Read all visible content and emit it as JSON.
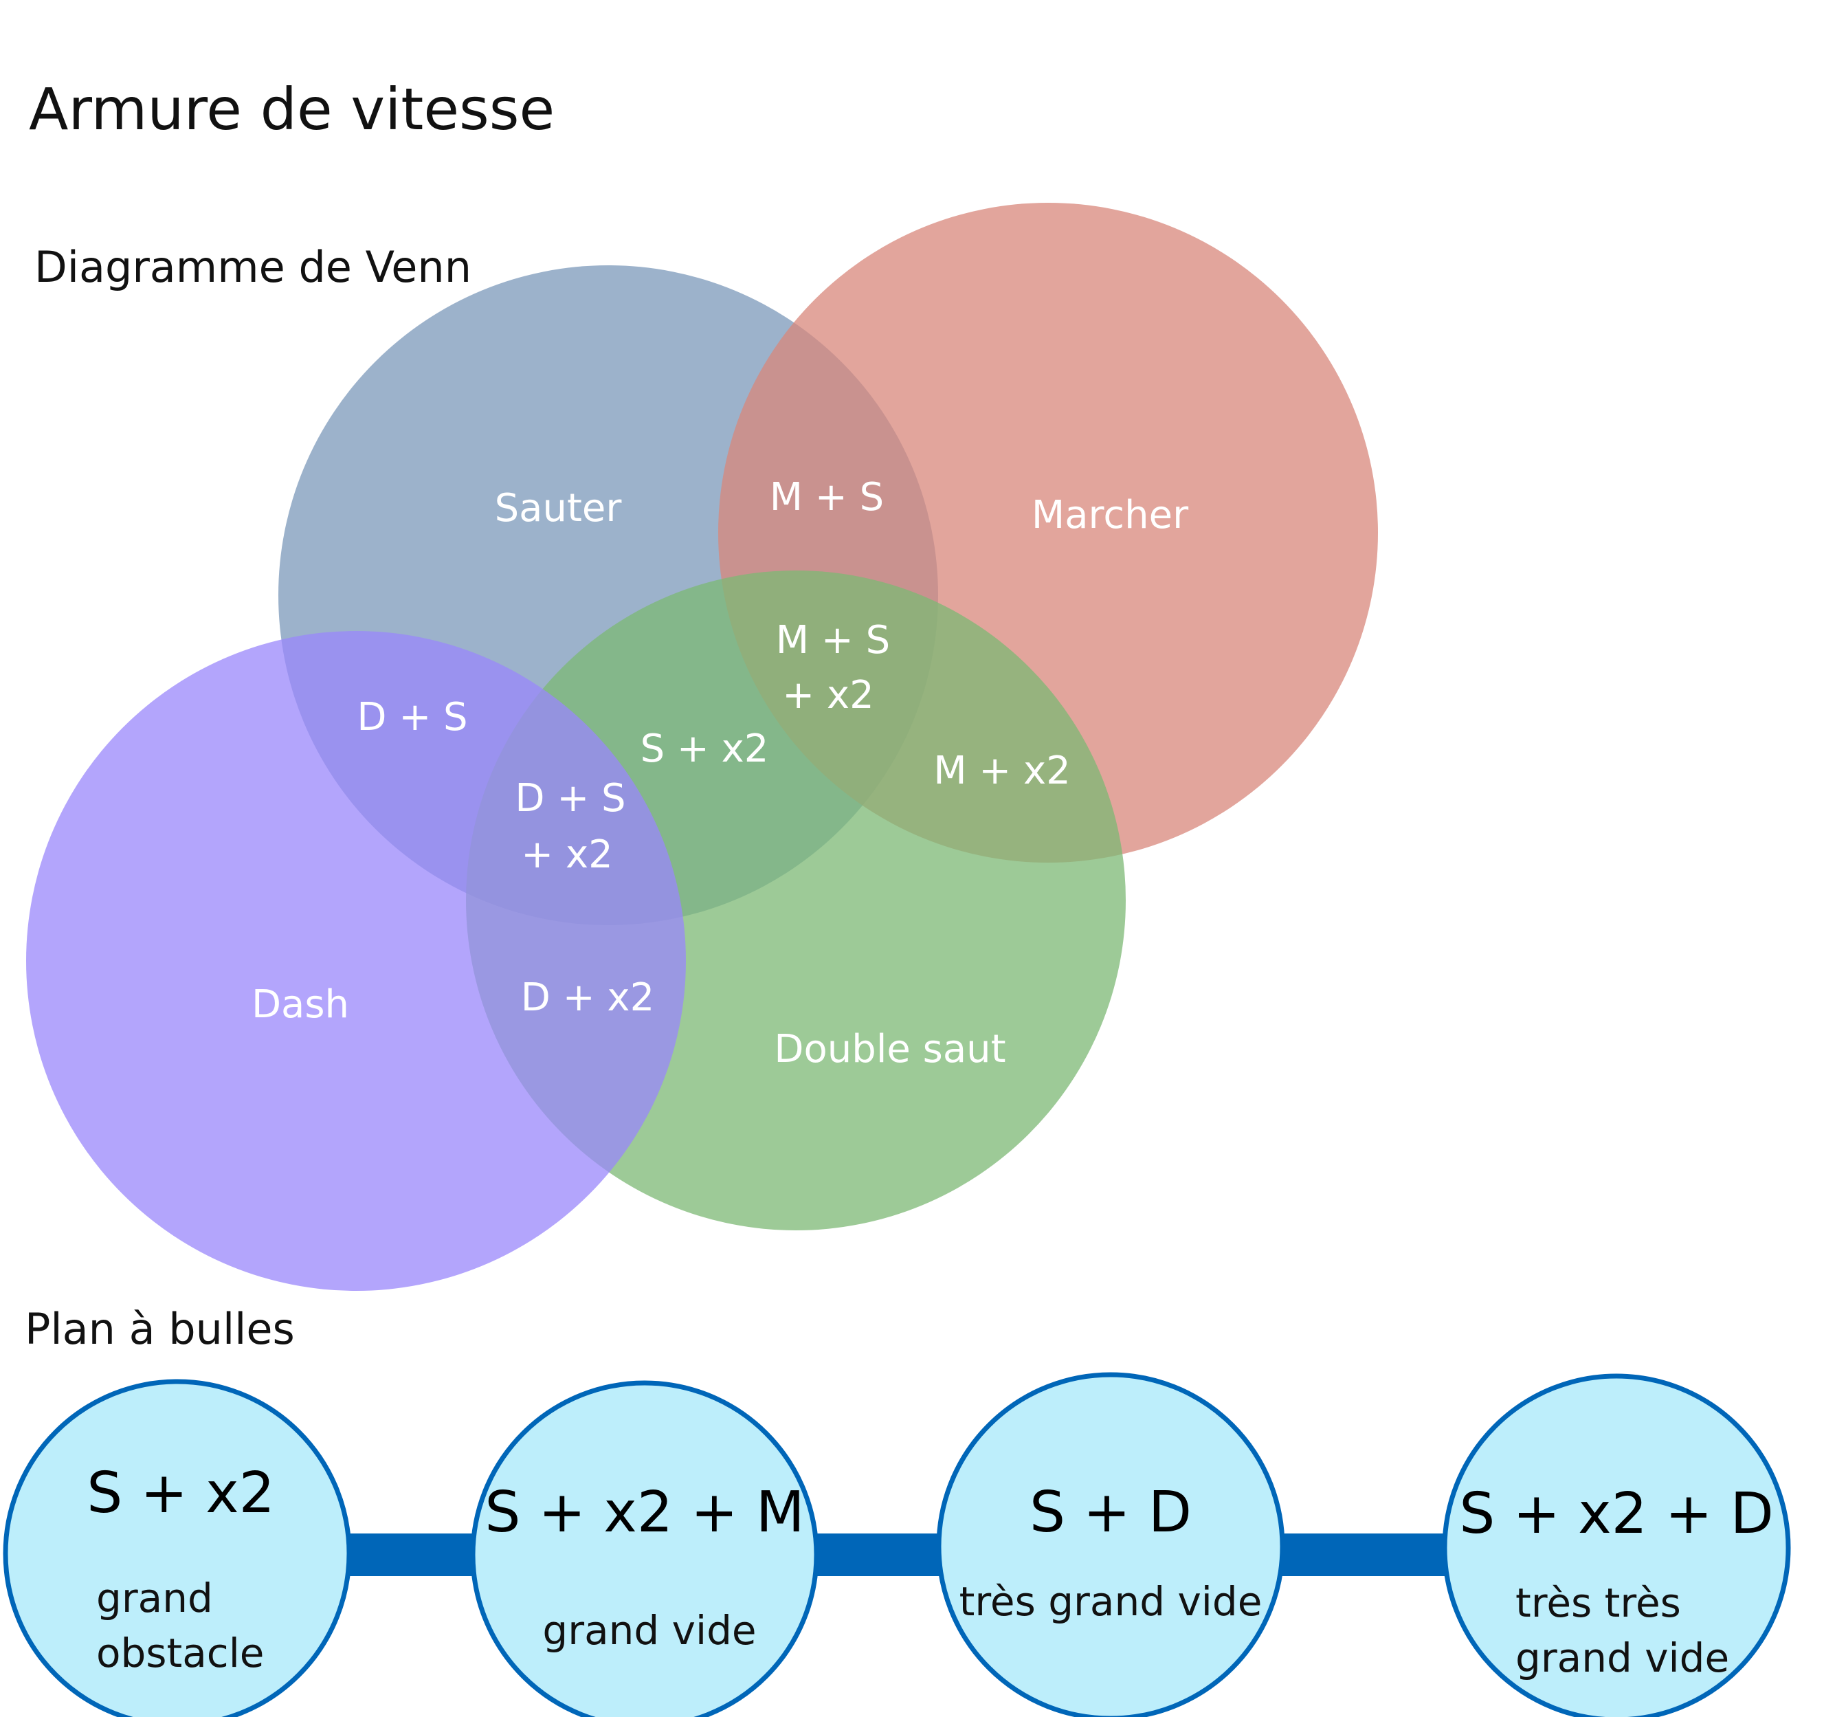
{
  "title": "Armure de vitesse",
  "venn": {
    "heading": "Diagramme de Venn",
    "sets": [
      {
        "id": "sauter",
        "label": "Sauter",
        "color": "#7b98b9"
      },
      {
        "id": "marcher",
        "label": "Marcher",
        "color": "#d8877b"
      },
      {
        "id": "double_saut",
        "label": "Double saut",
        "color": "#7cb874"
      },
      {
        "id": "dash",
        "label": "Dash",
        "color": "#9a87fb"
      }
    ],
    "regions": {
      "ms": "M + S",
      "msx2_line1": "M + S",
      "msx2_line2": "+  x2",
      "mx2": "M + x2",
      "sx2": "S + x2",
      "ds": "D + S",
      "dsx2_line1": "D + S",
      "dsx2_line2": "+  x2",
      "dx2": "D + x2"
    }
  },
  "bubbles": {
    "heading": "Plan à bulles",
    "fill": "#bdeefb",
    "stroke": "#0066b8",
    "items": [
      {
        "main": "S + x2",
        "sub": [
          "grand",
          "obstacle"
        ]
      },
      {
        "main": "S + x2 + M",
        "sub": [
          "grand vide"
        ]
      },
      {
        "main": "S + D",
        "sub": [
          "très grand vide"
        ]
      },
      {
        "main": "S + x2 + D",
        "sub": [
          "très très",
          "grand vide"
        ]
      }
    ]
  }
}
